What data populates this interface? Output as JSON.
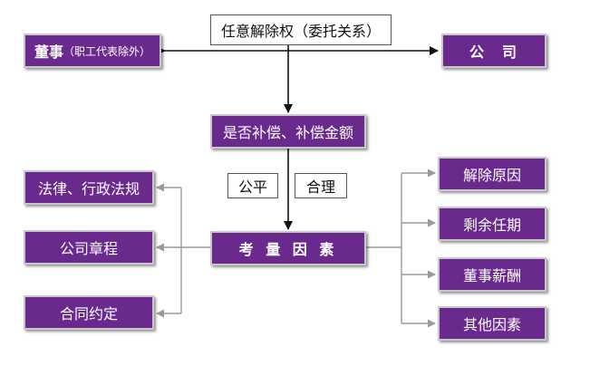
{
  "diagram": {
    "top": "任意解除权（委托关系）",
    "director_main": "董事",
    "director_note": "（职工代表除外）",
    "company": "公　司",
    "compensation": "是否补偿、补偿金额",
    "fair": "公平",
    "reasonable": "合理",
    "factors": "考 量 因 素",
    "left_items": [
      "法律、行政法规",
      "公司章程",
      "合同约定"
    ],
    "right_items": [
      "解除原因",
      "剩余任期",
      "董事薪酬",
      "其他因素"
    ],
    "colors": {
      "box_fill": "#6a2a8d",
      "box_border": "#c8c8c8",
      "line": "#999999",
      "arrow": "#111111"
    }
  }
}
